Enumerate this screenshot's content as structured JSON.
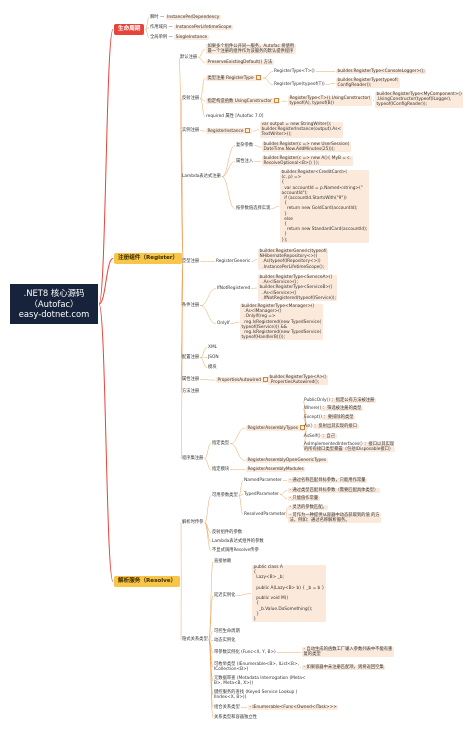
{
  "root": {
    "line1": ".NET8 核心源码",
    "line2": "（Autofac）",
    "line3": "easy-dotnet.com"
  },
  "lifecycle": {
    "title": "生命周期",
    "items": [
      {
        "label": "瞬时",
        "value": "InstancePerDependency"
      },
      {
        "label": "作用域内",
        "value": "InstancePerLifetimeScope"
      },
      {
        "label": "全局单例",
        "value": "SingleInstance"
      }
    ]
  },
  "register": {
    "title": "注册组件（Register）",
    "default": {
      "label": "默认注册",
      "desc": "如果多个组件公开同一服务，Autofac 将使用\n最一个注册的组件作为该服务的默认提供程序",
      "preserve": "PreserveExistingDefault() 方法"
    },
    "type_reg": {
      "label": "类型注册 RegisterType",
      "t1": "RegisterType<T>()",
      "t1b": "builder.RegisterType<ConsoleLogger>();",
      "t2": "RegisterType(typeof(T))",
      "t2b": "builder.RegisterType(typeof(\nConfigReader));"
    },
    "reflection": "反射注册",
    "ctor": {
      "label": "指定构造函数 UsingConstructor",
      "code": "RegisterType<T>().UsingConstructor(\ntypeof(A), typeof(B))",
      "code2": "builder.RegisterType<MyComponent>()\n.UsingConstructor(typeof(ILogger),\ntypeof(IConfigReader));"
    },
    "required": "required 属性 [Autofac 7.0]",
    "instance": {
      "label": "实例注册",
      "method": "RegisterInstance",
      "code": "var output = new StringWriter();\nbuilder.RegisterInstance(output).As<\nTextWriter>();"
    },
    "lambda": {
      "label": "Lambda表达式注册",
      "complex": {
        "label": "复杂参数",
        "code": "builder.Register(c => new UserSession(\nDateTime.Now.AddMinutes(25)));"
      },
      "prop": {
        "label": "属性注入",
        "code": "builder.Register(c => new A(){ MyB = c.\nResolveOptional<B>() });"
      },
      "param": {
        "label": "按参数值选择实现",
        "code": "builder.Register<CreditCard>(\n(c, p) =>\n{\n  var accountId = p.Named<string>(\"\naccountId\");\n  if (accountId.StartsWith(\"9\"))\n  {\n    return new GoldCard(accountId);\n  }\n  else\n  {\n    return new StandardCard(accountId);\n  }\n});"
      }
    },
    "generic": {
      "label": "泛型注册",
      "method": "RegisterGeneric",
      "code": "builder.RegisterGeneric(typeof(\nNHibernateRepository<>))\n  .As(typeof(IRepository<>))\n  .InstancePerLifetimeScope();"
    },
    "conditional": {
      "label": "条件注册",
      "ifnot": {
        "label": "IfNotRegistered",
        "code": "builder.RegisterType<ServiceA>()\n  .As<IService>();\nbuilder.RegisterType<ServiceB>()\n  .As<IService>()\n  .IfNotRegistered(typeof(IService));"
      },
      "onlyif": {
        "label": "OnlyIf",
        "code": "builder.RegisterType<Manager>()\n  .As<IManager>()\n  .OnlyIf(reg =>\n  reg.IsRegistered(new TypedService(\ntypeof(IService))) &&\n  reg.IsRegistered(new TypedService(\ntypeof(HandlerB))));"
      }
    },
    "config": {
      "label": "配置注册",
      "xml": "XML",
      "json": "JSON",
      "module": "模块"
    },
    "props": {
      "label": "属性注册",
      "method": "PropertiesAutowired",
      "code": "builder.RegisterType<A>()\n.PropertiesAutowired();"
    },
    "method_reg": "方法注册",
    "assembly": {
      "label": "程序集注册",
      "type_label": "指定类型",
      "types": "RegisterAssemblyTypes",
      "opts": [
        {
          "k": "PublicOnly()",
          "v": "：指定公有方法被注册"
        },
        {
          "k": "Where()",
          "v": "：筛选被注册的类型"
        },
        {
          "k": "Except()",
          "v": "：要排除的类型"
        },
        {
          "k": "As()",
          "v": "：反射出其实现的接口"
        },
        {
          "k": "AsSelf()",
          "v": "：自己"
        },
        {
          "k": "AsImplementedInterfaces()",
          "v": "：接口以其实现\n的所有接口类型暴露（包括IDisposable接口）"
        }
      ],
      "open": "RegisterAssemblyOpenGenericTypes",
      "module_label": "指定模块",
      "modules": "RegisterAssemblyModules"
    }
  },
  "resolve": {
    "title": "解析服务（Resolve）",
    "params": {
      "label": "解析时传参",
      "desc": "可用参数类型",
      "named": {
        "k": "NamedParameter",
        "v": "- 通过名称匹配目标参数，只能用作常量"
      },
      "typed": {
        "k": "TypedParameter",
        "v1": "- 通过类型匹配目标参数（需要匹配具体类型）",
        "v2": "- 只能值作常量"
      },
      "resolved": {
        "k": "ResolvedParameter",
        "v1": "- 灵活的参数匹配。",
        "v2": "- 可作为一种提供从容器中动态获取到的值 的方\n法，例如：通过名称解析服务。"
      }
    },
    "reflect_param": "反射组件的参数",
    "lambda_param": "Lambda表达式组件的参数",
    "no_param": "不显式调用Resolve传参",
    "relations": {
      "label": "隐式关系类型",
      "direct": "直接依赖",
      "lazy": {
        "label": "延迟实例化",
        "code": "public class A\n{\n  Lazy<B> _b;\n\n  public A(Lazy<B> b) { _b = b }\n\n  public void M()\n  {\n    _b.Value.DoSomething();\n  }\n}"
      },
      "owned": "可控生命周期",
      "dynamic": "动态实例化",
      "func": {
        "k": "带参数实例化 (Func<X, Y, B>)",
        "v": "- 自动生成的函数工厂输入参数列表中不能有重\n复的类型"
      },
      "enum": {
        "k": "可枚举类型 (IEnumerable<B>, IList<B>,\nICollection<B>)",
        "v": "- 如果容器中未注册匹配项，则将返回空集"
      },
      "meta": "元数据审查 (Metadata Interrogation (Meta<\nB>, Meta<B, X>))",
      "keyed": "键控服务的查找 (Keyed Service Lookup (\nIIndex<X, B>))",
      "combo": {
        "k": "组合关系类型",
        "v": "- IEnumerable<Func<Owned<ITask>>>"
      },
      "custom": "关系类型和容器独立性"
    }
  }
}
